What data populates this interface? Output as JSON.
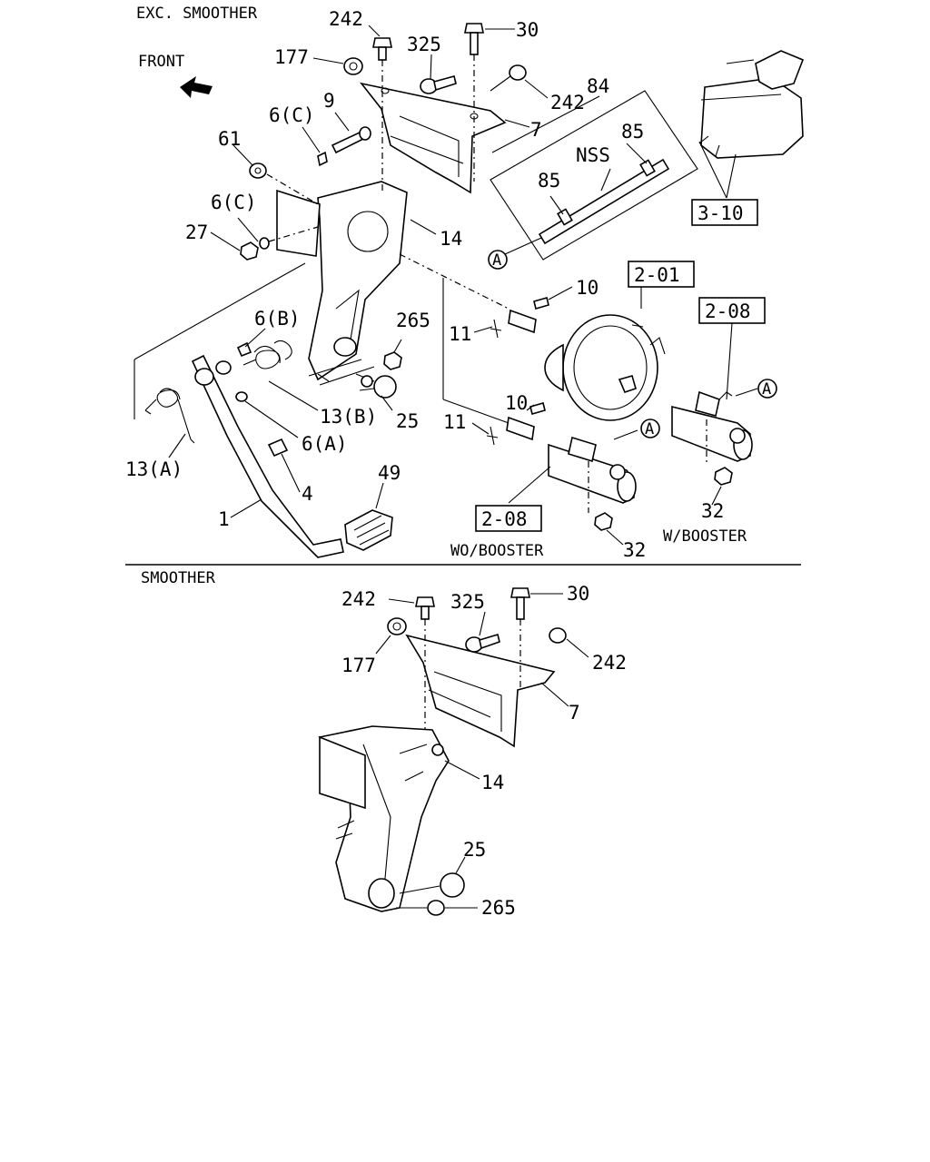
{
  "sections": {
    "exc_smoother": "EXC. SMOOTHER",
    "smoother": "SMOOTHER",
    "front": "FRONT"
  },
  "variants": {
    "wo_booster": "WO/BOOSTER",
    "w_booster": "W/BOOSTER"
  },
  "callouts": {
    "p242": "242",
    "p30": "30",
    "p177": "177",
    "p325": "325",
    "p242b": "242",
    "p84": "84",
    "p7": "7",
    "p9": "9",
    "p6c": "6(C)",
    "p61": "61",
    "p85a": "85",
    "pnss": "NSS",
    "p85b": "85",
    "p6c2": "6(C)",
    "p27": "27",
    "p14": "14",
    "p10": "10",
    "p11": "11",
    "p265": "265",
    "p6b": "6(B)",
    "p13b": "13(B)",
    "p25": "25",
    "p10b": "10",
    "p11b": "11",
    "p6a": "6(A)",
    "p13a": "13(A)",
    "p4": "4",
    "p49": "49",
    "p1": "1",
    "p32a": "32",
    "p32b": "32",
    "pA1": "A",
    "pA2": "A",
    "pA3": "A",
    "s242": "242",
    "s325": "325",
    "s30": "30",
    "s177": "177",
    "s242b": "242",
    "s7": "7",
    "s14": "14",
    "s25": "25",
    "s265": "265"
  },
  "refs": {
    "r310": "3-10",
    "r201": "2-01",
    "r208a": "2-08",
    "r208b": "2-08"
  }
}
